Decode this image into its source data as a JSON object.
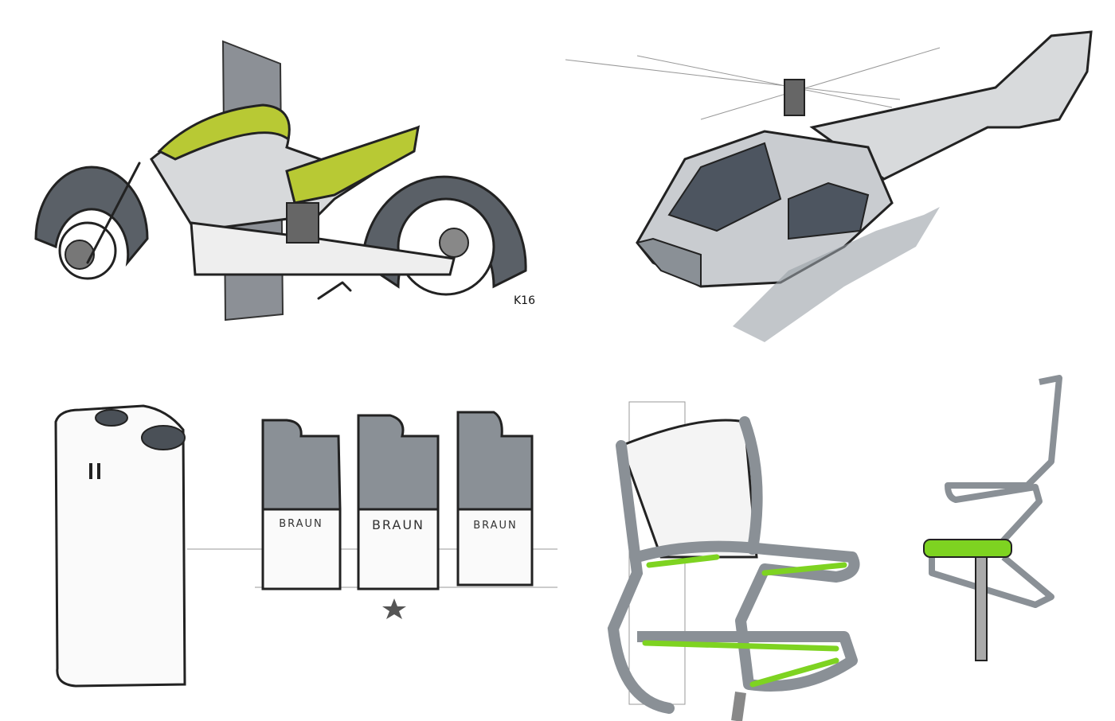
{
  "sheet": {
    "sketches": [
      {
        "subject": "motorcycle",
        "accent": "#b8c934",
        "signature": "K16"
      },
      {
        "subject": "helicopter"
      },
      {
        "subject": "lighters",
        "brand_labels": [
          "BRAUN",
          "BRAUN",
          "BRAUN"
        ]
      },
      {
        "subject": "chair",
        "accent": "#7ed321"
      }
    ],
    "colors": {
      "ink": "#222222",
      "marker_gray": "#8a9096",
      "dark_gray": "#4a5057",
      "paper": "#ffffff"
    }
  }
}
